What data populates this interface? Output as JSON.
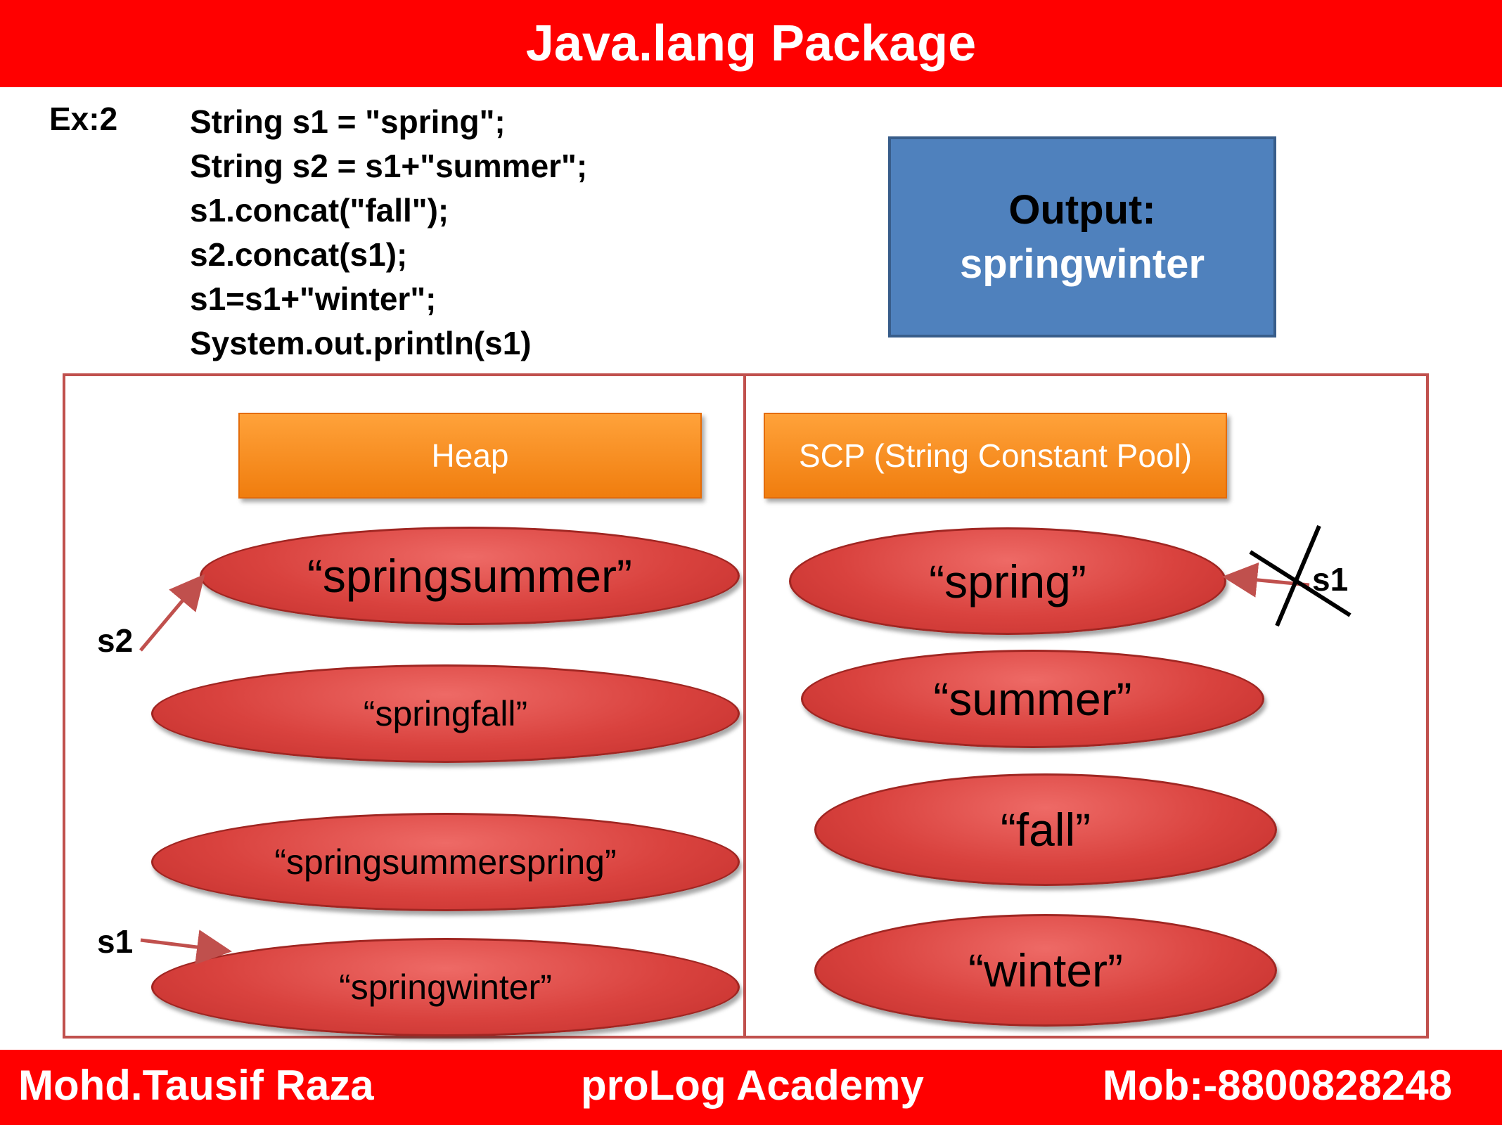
{
  "header": {
    "title": "Java.lang Package"
  },
  "example": {
    "label": "Ex:2",
    "code_lines": [
      "String s1 = \"spring\";",
      "String s2 = s1+\"summer\";",
      "s1.concat(\"fall\");",
      "s2.concat(s1);",
      "s1=s1+\"winter\";",
      "System.out.println(s1)"
    ]
  },
  "output": {
    "label": "Output:",
    "value": "springwinter"
  },
  "heap": {
    "title": "Heap",
    "objects": [
      "“springsummer”",
      "“springfall”",
      "“springsummerspring”",
      "“springwinter”"
    ]
  },
  "scp": {
    "title": "SCP (String Constant Pool)",
    "objects": [
      "“spring”",
      "“summer”",
      "“fall”",
      "“winter”"
    ]
  },
  "pointers": {
    "s2": "s2",
    "s1_heap": "s1",
    "s1_scp": "s1"
  },
  "footer": {
    "author": "Mohd.Tausif Raza",
    "academy": "proLog Academy",
    "mobile": "Mob:-8800828248"
  },
  "colors": {
    "banner": "#ff0000",
    "output_box": "#4f81bd",
    "header_box": "#f79646",
    "object_oval": "#d9423e",
    "frame": "#c0504d"
  }
}
